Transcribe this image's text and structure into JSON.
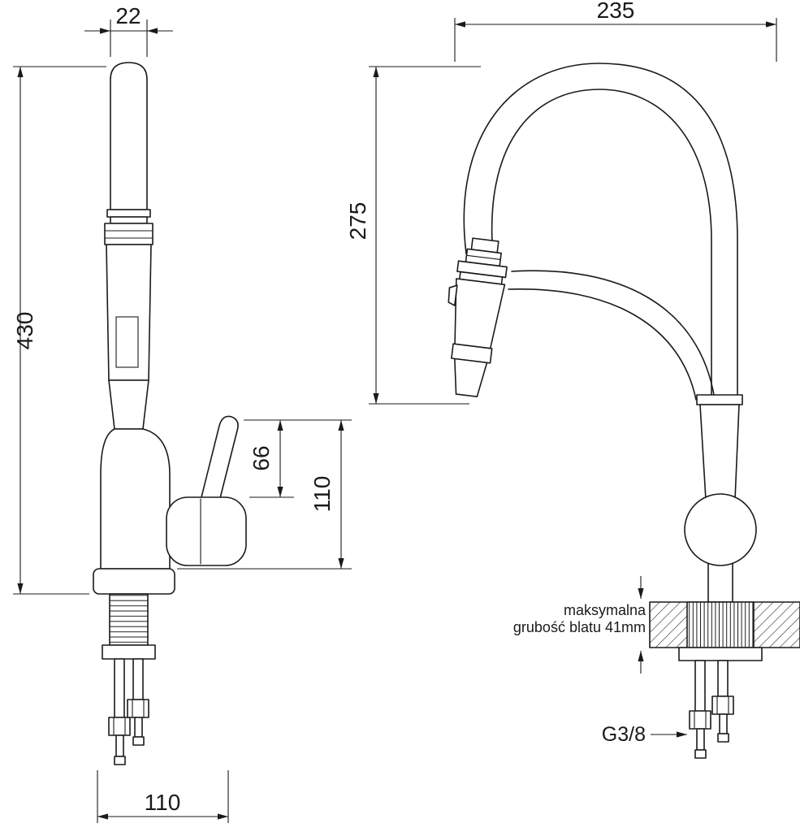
{
  "page": {
    "background": "#ffffff",
    "line_color": "#1a1a1a"
  },
  "dims": {
    "spout_width": "22",
    "total_height": "430",
    "handle_height": "66",
    "handle_to_base": "110",
    "base_depth": "110",
    "spout_reach": "235",
    "spout_height": "275"
  },
  "notes": {
    "countertop_line1": "maksymalna",
    "countertop_line2": "grubość blatu 41mm",
    "thread_label": "G3/8"
  }
}
